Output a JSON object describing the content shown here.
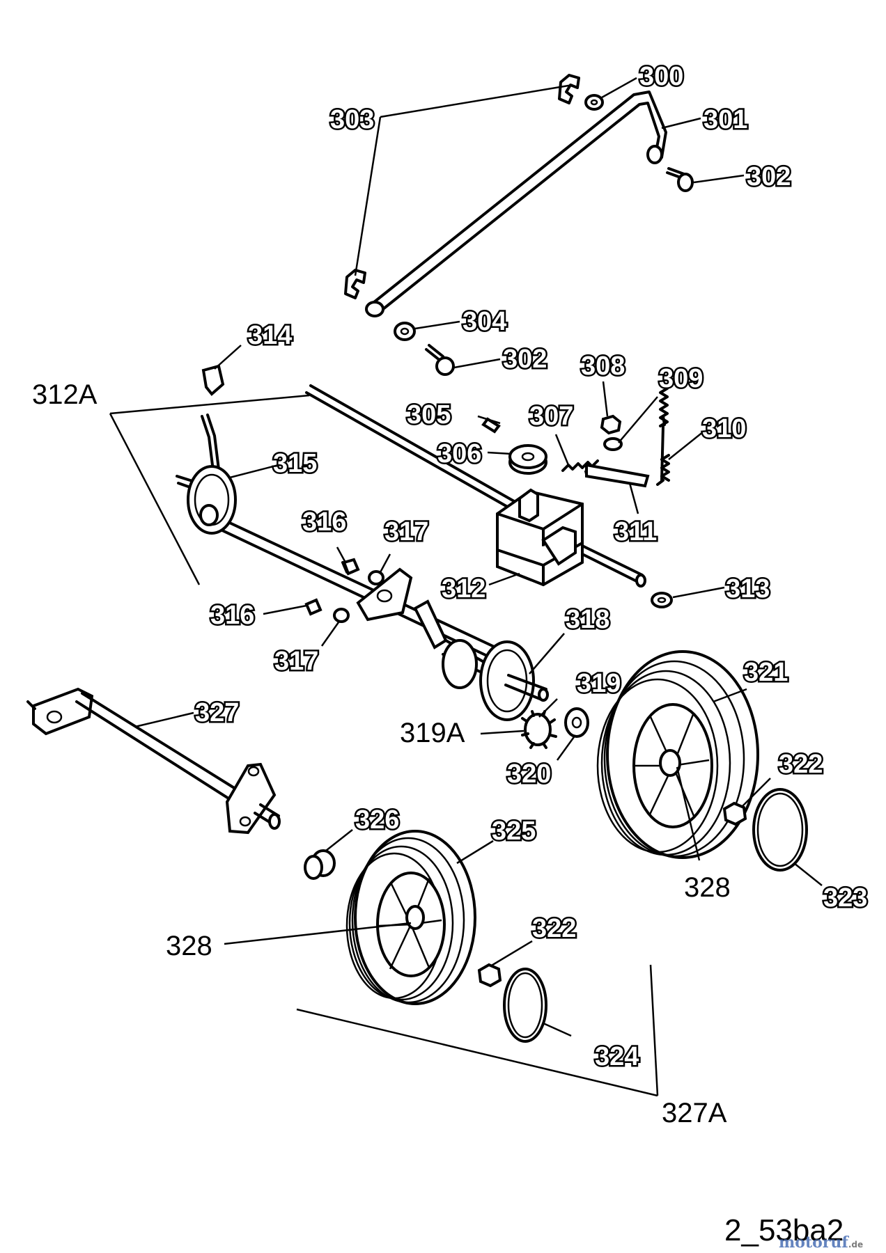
{
  "labels": {
    "p300": "300",
    "p301": "301",
    "p302a": "302",
    "p302b": "302",
    "p303": "303",
    "p304": "304",
    "p305": "305",
    "p306": "306",
    "p307": "307",
    "p308": "308",
    "p309": "309",
    "p310": "310",
    "p311": "311",
    "p312": "312",
    "p312A": "312A",
    "p313": "313",
    "p314": "314",
    "p315": "315",
    "p316a": "316",
    "p316b": "316",
    "p317a": "317",
    "p317b": "317",
    "p318": "318",
    "p319": "319",
    "p319A": "319A",
    "p320": "320",
    "p321": "321",
    "p322a": "322",
    "p322b": "322",
    "p323": "323",
    "p324": "324",
    "p325": "325",
    "p326": "326",
    "p327": "327",
    "p327A": "327A",
    "p328a": "328",
    "p328b": "328"
  },
  "diagram_code": "2_53ba2",
  "watermark": {
    "brand": "motoruf",
    "suffix": ".de"
  }
}
